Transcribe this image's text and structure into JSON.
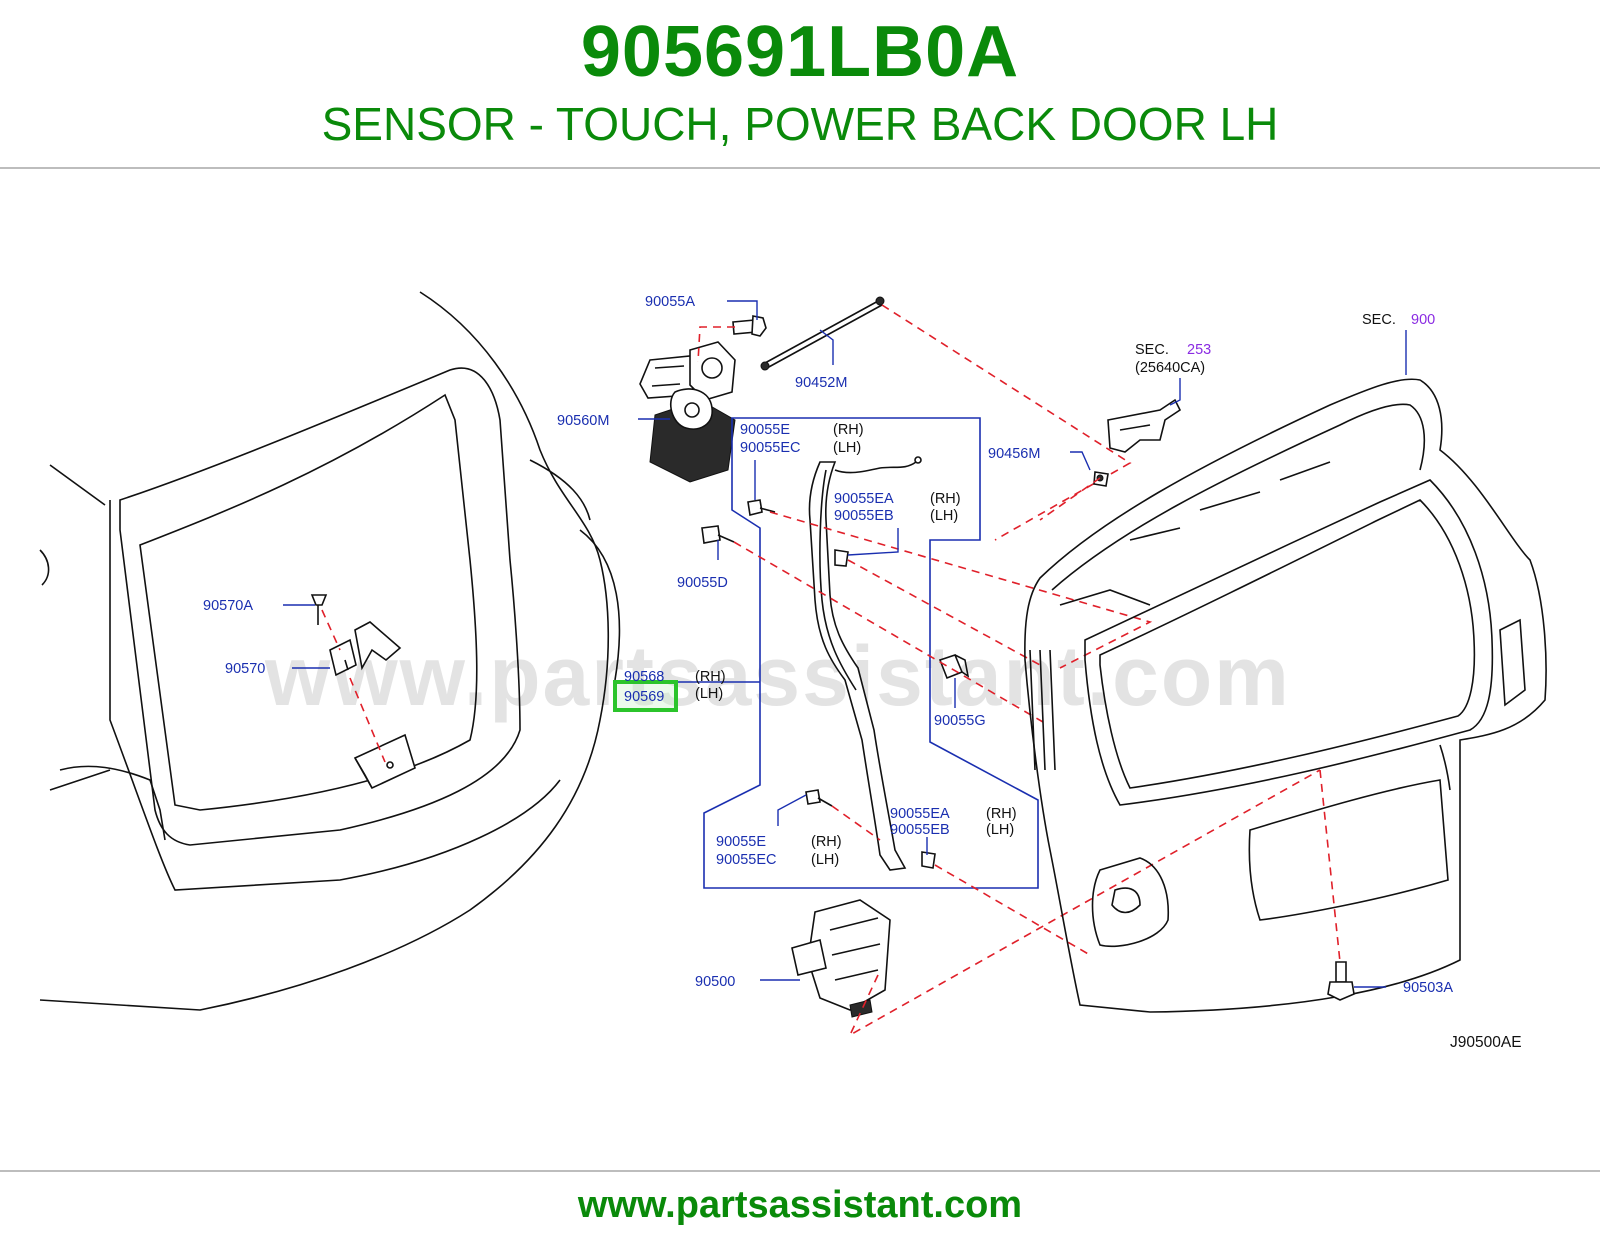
{
  "header": {
    "part_number": "905691LB0A",
    "description": "SENSOR - TOUCH, POWER BACK DOOR LH"
  },
  "footer": {
    "url": "www.partsassistant.com"
  },
  "diagram": {
    "watermark": "www.partsassistant.com",
    "drawing_code": "J90500AE",
    "highlight_color": "#2bc42b",
    "label_color": "#1a2fb0",
    "dash_color": "#e0202a",
    "labels": {
      "p90055A": "90055A",
      "p90452M": "90452M",
      "p90560M": "90560M",
      "p90055E_top": "90055E",
      "p90055EC_top": "90055EC",
      "rh_top": "(RH)",
      "lh_top": "(LH)",
      "p90055EA_top": "90055EA",
      "p90055EB_top": "90055EB",
      "rh_top2": "(RH)",
      "lh_top2": "(LH)",
      "p90055D": "90055D",
      "p90456M": "90456M",
      "sec253": "SEC.",
      "sec253_num": "253",
      "sec253_sub": "(25640CA)",
      "sec900": "SEC.",
      "sec900_num": "900",
      "p90570A": "90570A",
      "p90570": "90570",
      "p90568": "90568",
      "p90569": "90569",
      "rh_mid": "(RH)",
      "lh_mid": "(LH)",
      "p90055G": "90055G",
      "p90055EA_bot": "90055EA",
      "p90055EB_bot": "90055EB",
      "rh_bot2": "(RH)",
      "lh_bot2": "(LH)",
      "p90055E_bot": "90055E",
      "p90055EC_bot": "90055EC",
      "rh_bot": "(RH)",
      "lh_bot": "(LH)",
      "p90500": "90500",
      "p90503A": "90503A"
    }
  }
}
